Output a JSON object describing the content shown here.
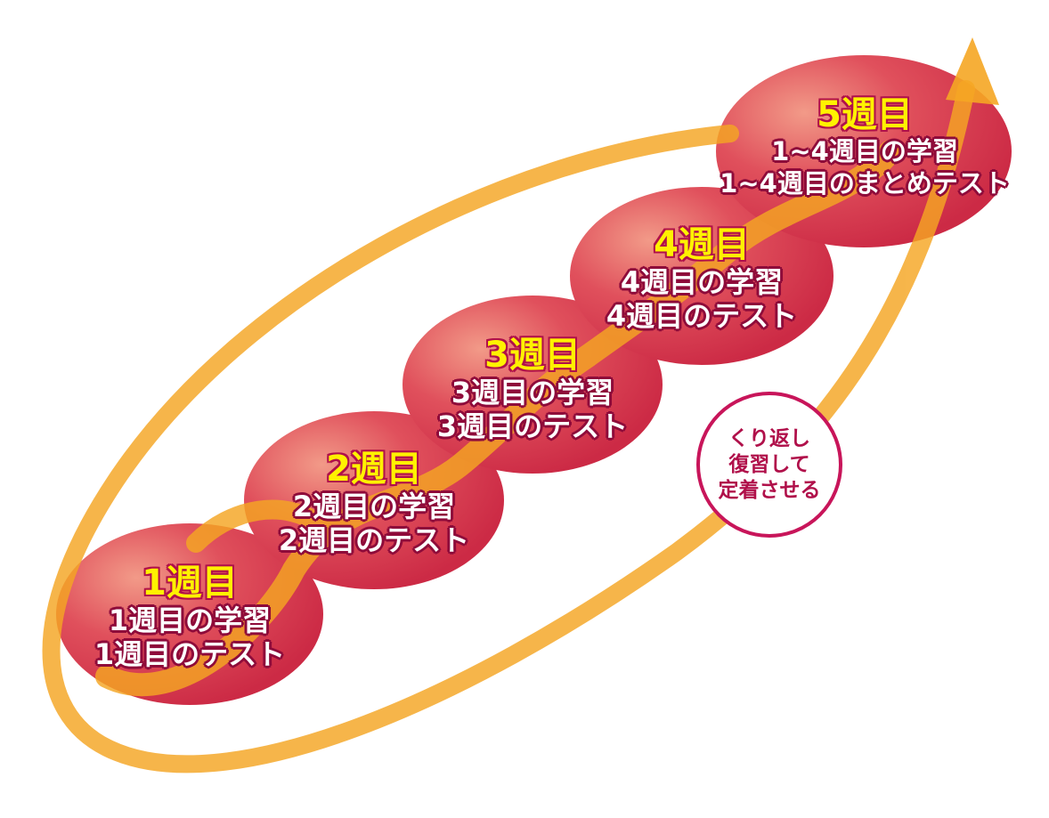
{
  "steps": [
    {
      "title": "1週目",
      "line1": "1週目の学習",
      "line2": "1週目のテスト"
    },
    {
      "title": "2週目",
      "line1": "2週目の学習",
      "line2": "2週目のテスト"
    },
    {
      "title": "3週目",
      "line1": "3週目の学習",
      "line2": "3週目のテスト"
    },
    {
      "title": "4週目",
      "line1": "4週目の学習",
      "line2": "4週目のテスト"
    },
    {
      "title": "5週目",
      "line1": "1~4週目の学習",
      "line2": "1~4週目のまとめテスト"
    }
  ],
  "note": {
    "line1": "くり返し",
    "line2": "復習して",
    "line3": "定着させる"
  },
  "colors": {
    "ellipse": "#d93850",
    "ellipse_light": "#f08a7a",
    "arrow": "#f5a623",
    "note_border": "#c8155a",
    "title": "#fff200"
  }
}
